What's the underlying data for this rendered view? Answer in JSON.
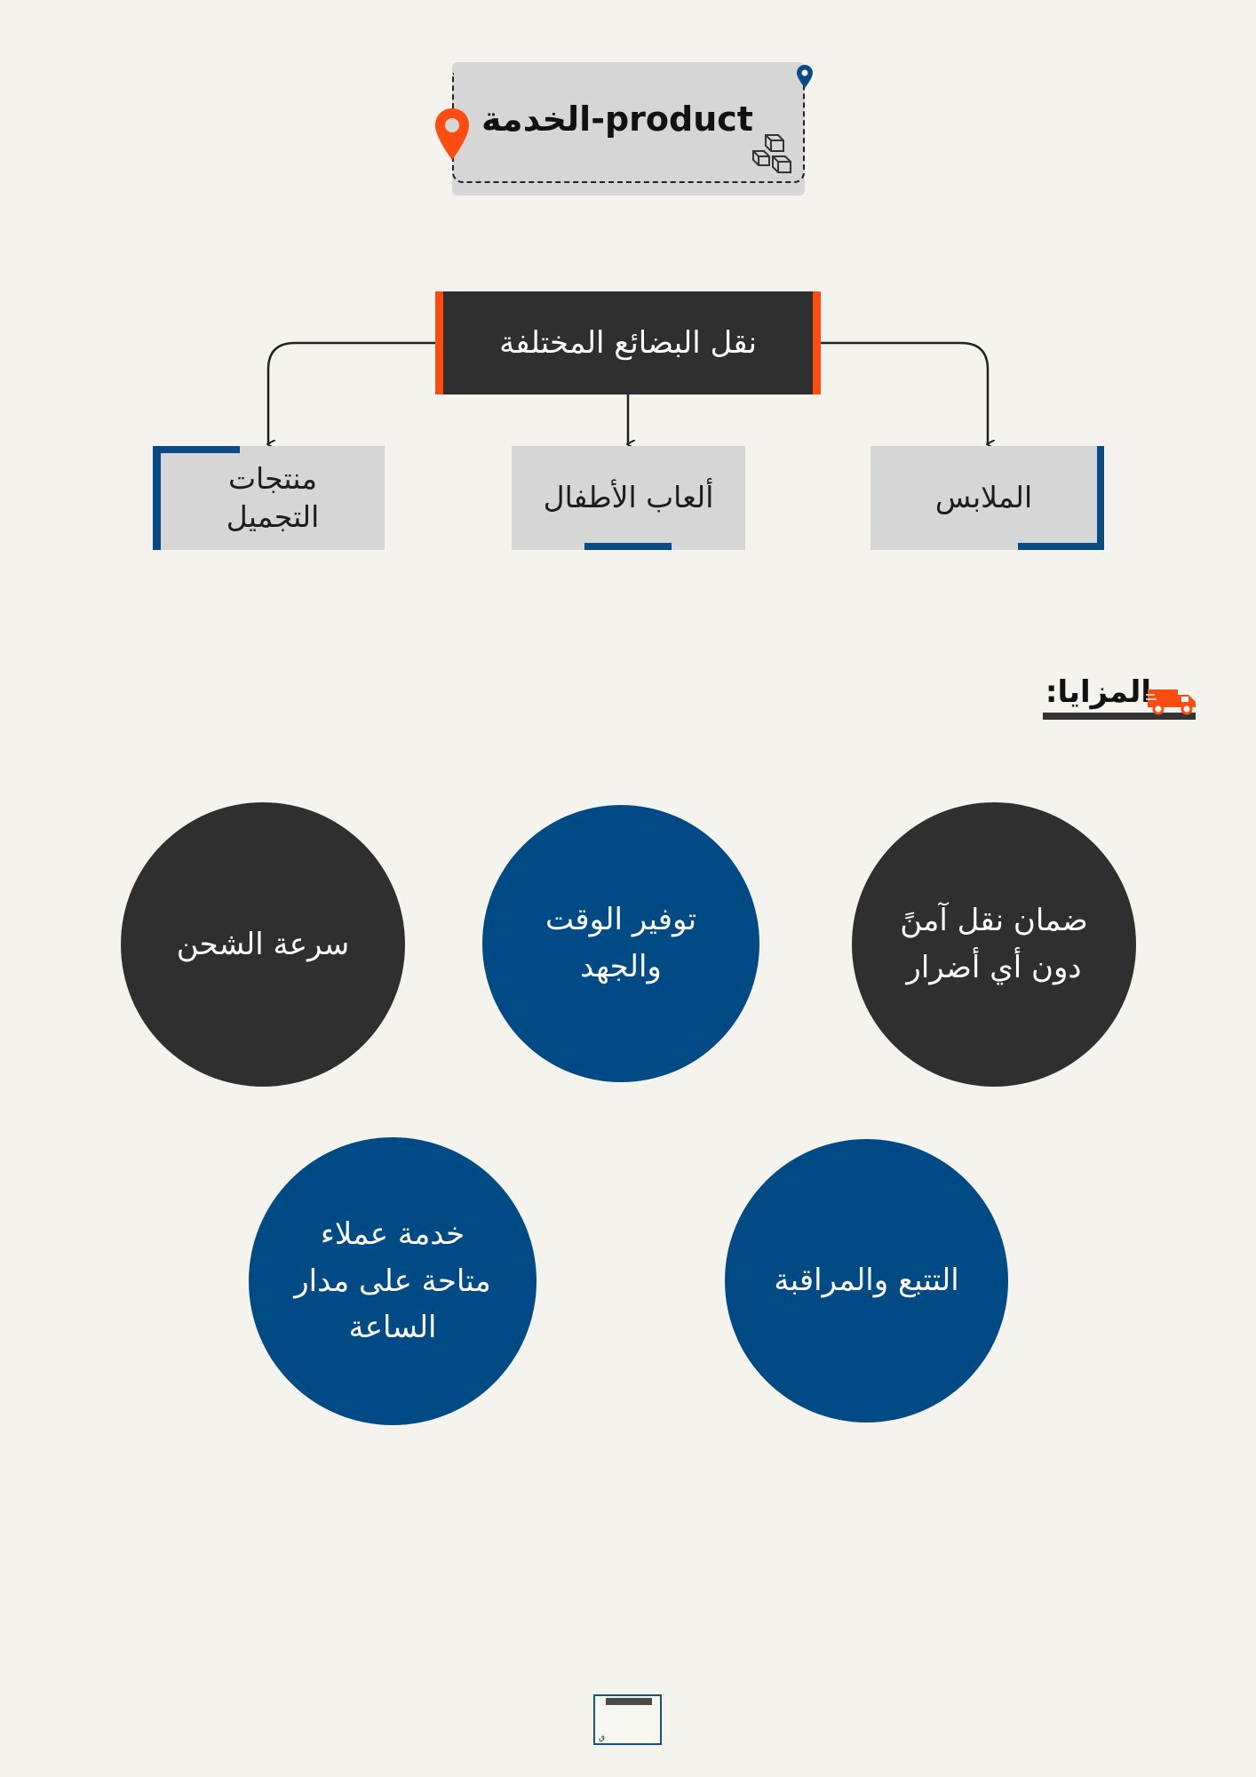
{
  "header": {
    "title": "product-الخدمة"
  },
  "main_service": {
    "label": "نقل البضائع المختلفة"
  },
  "categories": [
    {
      "label": "الملابس"
    },
    {
      "label": "ألعاب الأطفال"
    },
    {
      "label": "منتجات التجميل"
    }
  ],
  "features": {
    "title": "المزايا:",
    "items": [
      {
        "label": "ضمان نقل آمنً دون أي أضرار"
      },
      {
        "label": "توفير  الوقت والجهد"
      },
      {
        "label": "سرعة الشحن"
      },
      {
        "label": "التتبع والمراقبة"
      },
      {
        "label": "خدمة عملاء متاحة على مدار الساعة"
      }
    ]
  },
  "footer": {
    "mark": "ق"
  },
  "colors": {
    "background": "#f4f3ee",
    "dark": "#2f2f2f",
    "blue": "#004a85",
    "orange": "#ff4d12",
    "card": "#d6d6d6"
  },
  "icons": [
    "location-pin-icon",
    "boxes-icon",
    "truck-icon"
  ]
}
